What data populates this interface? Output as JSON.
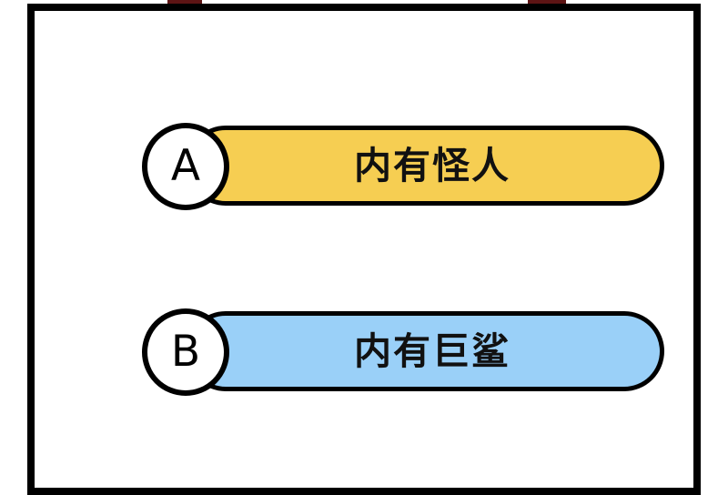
{
  "scene": {
    "background_color": "#ffffff",
    "frame_color": "#000000",
    "sliver_color": "#5d1414"
  },
  "panel": {
    "options": [
      {
        "badge": "A",
        "text": "内有怪人",
        "fill_color": "#f6ce52",
        "outline_color": "#000000"
      },
      {
        "badge": "B",
        "text": "内有巨鲨",
        "fill_color": "#9ad0f8",
        "outline_color": "#000000"
      }
    ]
  }
}
